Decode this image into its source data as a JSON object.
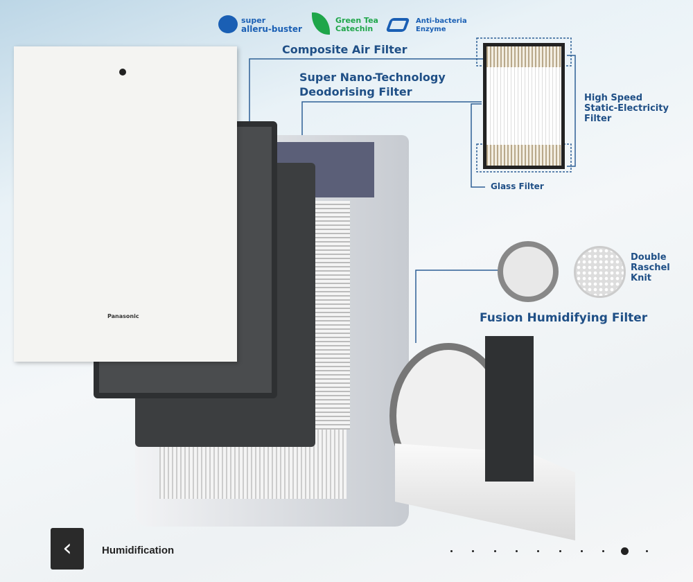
{
  "logos": [
    {
      "line1": "super",
      "line2": "alleru-buster",
      "color": "#1a5fb4"
    },
    {
      "line1": "Green Tea",
      "line2": "Catechin",
      "color": "#1fa64a"
    },
    {
      "line1": "Anti-bacteria",
      "line2": "Enzyme",
      "color": "#1a5fb4"
    }
  ],
  "labels": {
    "composite": "Composite Air Filter",
    "nano1": "Super Nano-Technology",
    "nano2": "Deodorising Filter",
    "hs1": "High Speed",
    "hs2": "Static-Electricity",
    "hs3": "Filter",
    "glass": "Glass Filter",
    "dr1": "Double",
    "dr2": "Raschel",
    "dr3": "Knit",
    "fusion": "Fusion Humidifying Filter"
  },
  "brand": "Panasonic",
  "carousel": {
    "caption": "Humidification",
    "dots": 10,
    "active": 8
  },
  "colors": {
    "accent": "#1f4f86",
    "button": "#2a2a2a"
  }
}
